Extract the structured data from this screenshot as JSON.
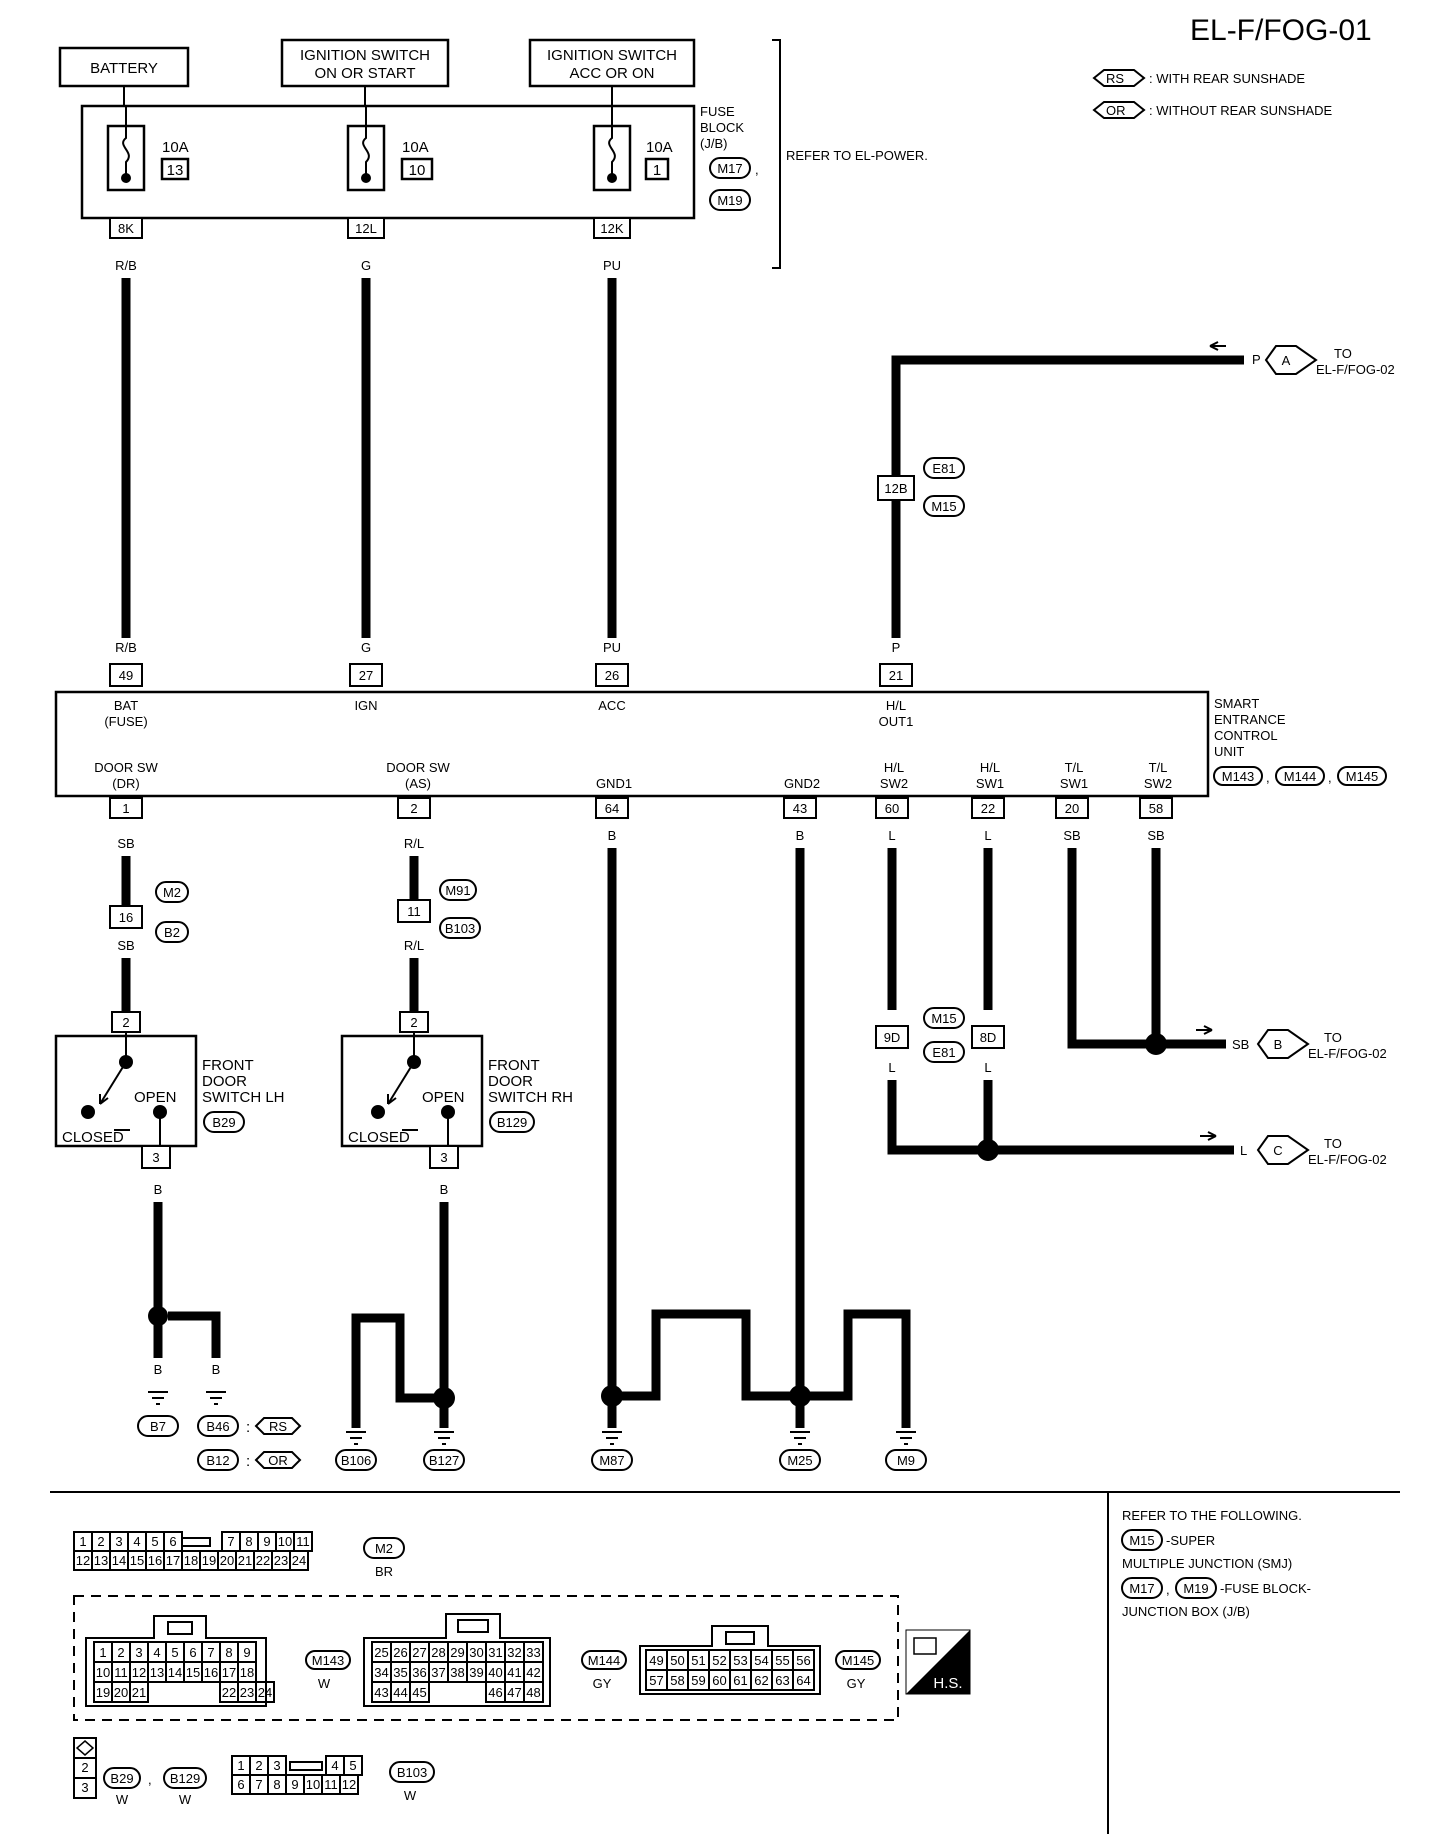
{
  "header": {
    "title": "EL-F/FOG-01"
  },
  "legend": [
    {
      "code": "RS",
      "text": ": WITH REAR SUNSHADE"
    },
    {
      "code": "OR",
      "text": ": WITHOUT REAR SUNSHADE"
    }
  ],
  "sources": [
    {
      "id": "battery",
      "label": "BATTERY"
    },
    {
      "id": "ign",
      "label1": "IGNITION SWITCH",
      "label2": "ON OR START"
    },
    {
      "id": "acc",
      "label1": "IGNITION SWITCH",
      "label2": "ACC OR ON"
    }
  ],
  "fuse_block": {
    "label_lines": [
      "FUSE",
      "BLOCK",
      "(J/B)"
    ],
    "connectors": [
      "M17",
      "M19"
    ],
    "refer": "REFER TO EL-POWER.",
    "fuses": [
      {
        "amp": "10A",
        "num": "13",
        "pin": "8K",
        "wire": "R/B"
      },
      {
        "amp": "10A",
        "num": "10",
        "pin": "12L",
        "wire": "G"
      },
      {
        "amp": "10A",
        "num": "1",
        "pin": "12K",
        "wire": "PU"
      }
    ]
  },
  "to_fog02": [
    {
      "wire": "P",
      "letter": "A",
      "to1": "TO",
      "to2": "EL-F/FOG-02"
    },
    {
      "wire": "SB",
      "letter": "B",
      "to1": "TO",
      "to2": "EL-F/FOG-02"
    },
    {
      "wire": "L",
      "letter": "C",
      "to1": "TO",
      "to2": "EL-F/FOG-02"
    }
  ],
  "junction_e81": {
    "pin": "12B",
    "conn1": "E81",
    "conn2": "M15",
    "wire": "P"
  },
  "control_unit": {
    "name_lines": [
      "SMART",
      "ENTRANCE",
      "CONTROL",
      "UNIT"
    ],
    "connectors": [
      "M143",
      "M144",
      "M145"
    ],
    "top_pins": [
      {
        "pin": "49",
        "wire": "R/B",
        "name1": "BAT",
        "name2": "(FUSE)"
      },
      {
        "pin": "27",
        "wire": "G",
        "name1": "IGN",
        "name2": ""
      },
      {
        "pin": "26",
        "wire": "PU",
        "name1": "ACC",
        "name2": ""
      },
      {
        "pin": "21",
        "wire": "P",
        "name1": "H/L",
        "name2": "OUT1"
      }
    ],
    "bottom_pins": [
      {
        "pin": "1",
        "wire": "SB",
        "name1": "DOOR SW",
        "name2": "(DR)"
      },
      {
        "pin": "2",
        "wire": "R/L",
        "name1": "DOOR SW",
        "name2": "(AS)"
      },
      {
        "pin": "64",
        "wire": "B",
        "name1": "GND1",
        "name2": ""
      },
      {
        "pin": "43",
        "wire": "B",
        "name1": "GND2",
        "name2": ""
      },
      {
        "pin": "60",
        "wire": "L",
        "name1": "H/L",
        "name2": "SW2"
      },
      {
        "pin": "22",
        "wire": "L",
        "name1": "H/L",
        "name2": "SW1"
      },
      {
        "pin": "20",
        "wire": "SB",
        "name1": "T/L",
        "name2": "SW1"
      },
      {
        "pin": "58",
        "wire": "SB",
        "name1": "T/L",
        "name2": "SW2"
      }
    ]
  },
  "inline_connectors": [
    {
      "pin": "16",
      "conn1": "M2",
      "conn2": "B2",
      "wire_below": "SB"
    },
    {
      "pin": "11",
      "conn1": "M91",
      "conn2": "B103",
      "wire_below": "R/L"
    },
    {
      "pin": "9D",
      "wire_above": "L",
      "wire_below": "L"
    },
    {
      "pin": "8D",
      "wire_above": "L",
      "wire_below": "L",
      "conn1": "M15",
      "conn2": "E81"
    }
  ],
  "door_switches": [
    {
      "pin_top": "2",
      "pin_bottom": "3",
      "open": "OPEN",
      "closed": "CLOSED",
      "name_lines": [
        "FRONT",
        "DOOR",
        "SWITCH LH"
      ],
      "conn": "B29",
      "wire": "B"
    },
    {
      "pin_top": "2",
      "pin_bottom": "3",
      "open": "OPEN",
      "closed": "CLOSED",
      "name_lines": [
        "FRONT",
        "DOOR",
        "SWITCH RH"
      ],
      "conn": "B129",
      "wire": "B"
    }
  ],
  "grounds": {
    "wire": "B",
    "labels": [
      "B7",
      "B46",
      "B12",
      "B106",
      "B127",
      "M87",
      "M25",
      "M9"
    ],
    "rs": "RS",
    "or": "OR"
  },
  "connector_views": {
    "m2": {
      "row1": [
        "1",
        "2",
        "3",
        "4",
        "5",
        "6",
        "7",
        "8",
        "9",
        "10",
        "11"
      ],
      "row2": [
        "12",
        "13",
        "14",
        "15",
        "16",
        "17",
        "18",
        "19",
        "20",
        "21",
        "22",
        "23",
        "24"
      ],
      "name": "M2",
      "color": "BR"
    },
    "m143": {
      "row1": [
        "1",
        "2",
        "3",
        "4",
        "5",
        "6",
        "7",
        "8",
        "9"
      ],
      "row2": [
        "10",
        "11",
        "12",
        "13",
        "14",
        "15",
        "16",
        "17",
        "18"
      ],
      "row3": [
        "19",
        "20",
        "21",
        "22",
        "23",
        "24"
      ],
      "name": "M143",
      "color": "W"
    },
    "m144": {
      "row1": [
        "25",
        "26",
        "27",
        "28",
        "29",
        "30",
        "31",
        "32",
        "33"
      ],
      "row2": [
        "34",
        "35",
        "36",
        "37",
        "38",
        "39",
        "40",
        "41",
        "42"
      ],
      "row3": [
        "43",
        "44",
        "45",
        "46",
        "47",
        "48"
      ],
      "name": "M144",
      "color": "GY"
    },
    "m145": {
      "row1": [
        "49",
        "50",
        "51",
        "52",
        "53",
        "54",
        "55",
        "56"
      ],
      "row2": [
        "57",
        "58",
        "59",
        "60",
        "61",
        "62",
        "63",
        "64"
      ],
      "name": "M145",
      "color": "GY"
    },
    "b29": {
      "pins": [
        "2",
        "3"
      ],
      "name1": "B29",
      "name2": "B129",
      "color1": "W",
      "color2": "W"
    },
    "b103": {
      "row1": [
        "1",
        "2",
        "3",
        "4",
        "5"
      ],
      "row2": [
        "6",
        "7",
        "8",
        "9",
        "10",
        "11",
        "12"
      ],
      "name": "B103",
      "color": "W"
    },
    "hs": "H.S."
  },
  "refer_note": {
    "line1": "REFER TO THE FOLLOWING.",
    "c1": "M15",
    "t1": "-SUPER",
    "line3": "MULTIPLE JUNCTION (SMJ)",
    "c2": "M17",
    "c3": "M19",
    "t2": "-FUSE BLOCK-",
    "line5": "JUNCTION BOX (J/B)"
  }
}
